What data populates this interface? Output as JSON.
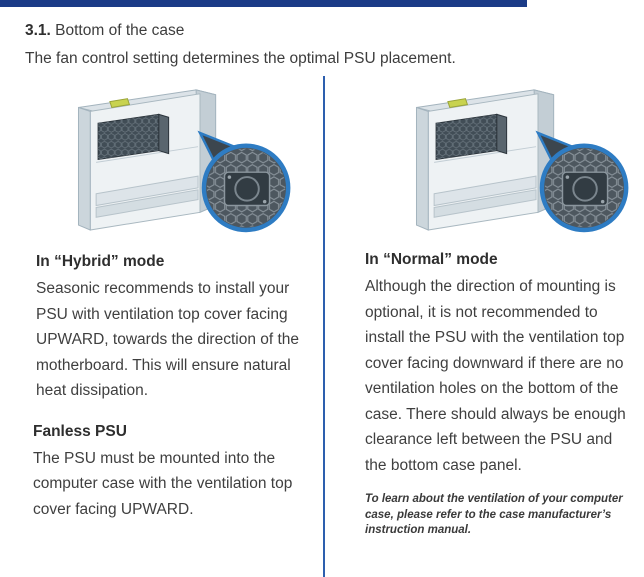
{
  "page": {
    "colors": {
      "accent_bar": "#1b3b87",
      "divider": "#2d5fae",
      "magnifier_ring": "#2e7cc3",
      "psu_body": "#414d56",
      "case_highlight": "#c8d34f"
    }
  },
  "header": {
    "section_number": "3.1.",
    "section_title": "Bottom of the case",
    "subtitle": "The fan control setting determines the optimal PSU placement."
  },
  "columns": {
    "left": {
      "illustration": "pc-case-interior-with-psu-and-magnified-vent",
      "blocks": [
        {
          "heading": "In “Hybrid” mode",
          "body": "Seasonic recommends to install your PSU with ventilation top cover facing UPWARD, towards the direction of the motherboard. This will ensure natural heat dissipation."
        },
        {
          "heading": "Fanless PSU",
          "body": "The PSU must be mounted into the computer case with the ventilation top cover facing UPWARD."
        }
      ]
    },
    "right": {
      "illustration": "pc-case-interior-with-psu-and-magnified-vent",
      "blocks": [
        {
          "heading": "In “Normal” mode",
          "body": "Although the direction of mounting is optional, it is not recommended to install the PSU with the ventilation top cover facing downward if there are no ventilation holes on the bottom of the case. There should always be enough clearance left between the PSU and the bottom case panel."
        }
      ],
      "footnote": "To learn about the ventilation of your computer case, please refer to the case manufacturer’s instruction manual."
    }
  }
}
